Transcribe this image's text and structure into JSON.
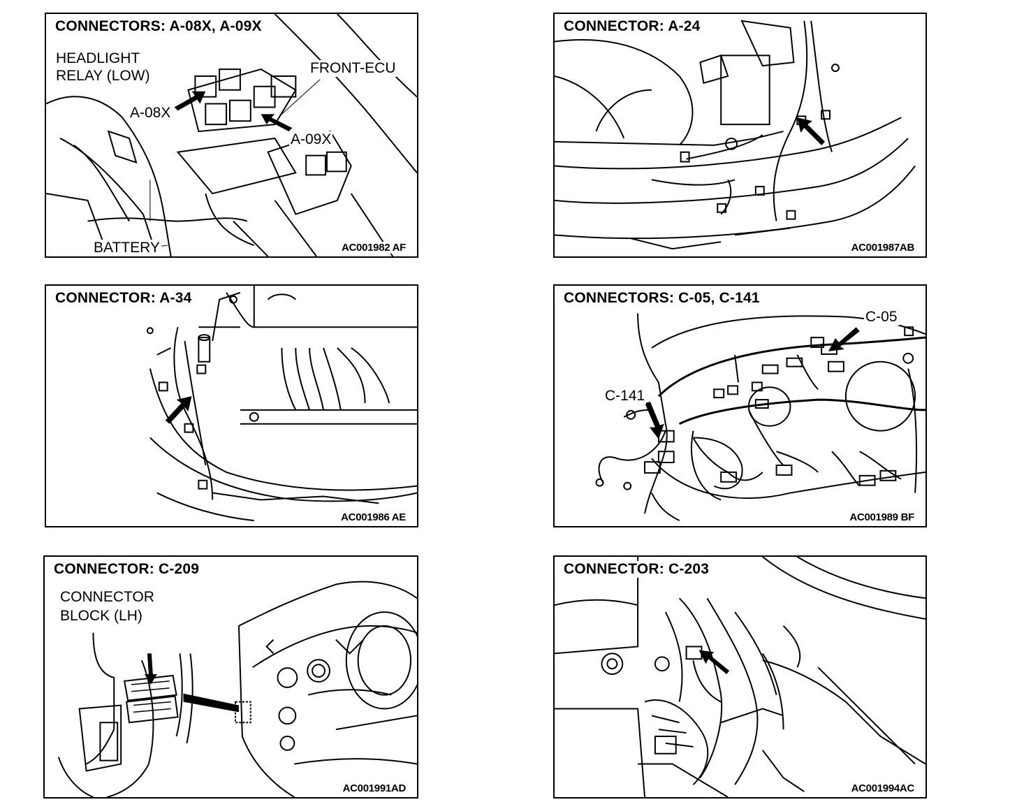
{
  "panels": [
    {
      "title": "CONNECTORS: A-08X, A-09X",
      "code": "AC001982 AF",
      "labels": {
        "headlight_relay": "HEADLIGHT",
        "headlight_relay_2": "RELAY (LOW)",
        "front_ecu": "FRONT-ECU",
        "a08x": "A-08X",
        "a09x": "A-09X",
        "battery": "BATTERY"
      }
    },
    {
      "title": "CONNECTOR: A-24",
      "code": "AC001987AB"
    },
    {
      "title": "CONNECTOR: A-34",
      "code": "AC001986 AE"
    },
    {
      "title": "CONNECTORS: C-05, C-141",
      "code": "AC001989 BF",
      "labels": {
        "c05": "C-05",
        "c141": "C-141"
      }
    },
    {
      "title": "CONNECTOR: C-209",
      "code": "AC001991AD",
      "labels": {
        "block_line1": "CONNECTOR",
        "block_line2": "BLOCK (LH)"
      }
    },
    {
      "title": "CONNECTOR: C-203",
      "code": "AC001994AC"
    }
  ],
  "icons": [
    "arrow-pointer-icon"
  ]
}
